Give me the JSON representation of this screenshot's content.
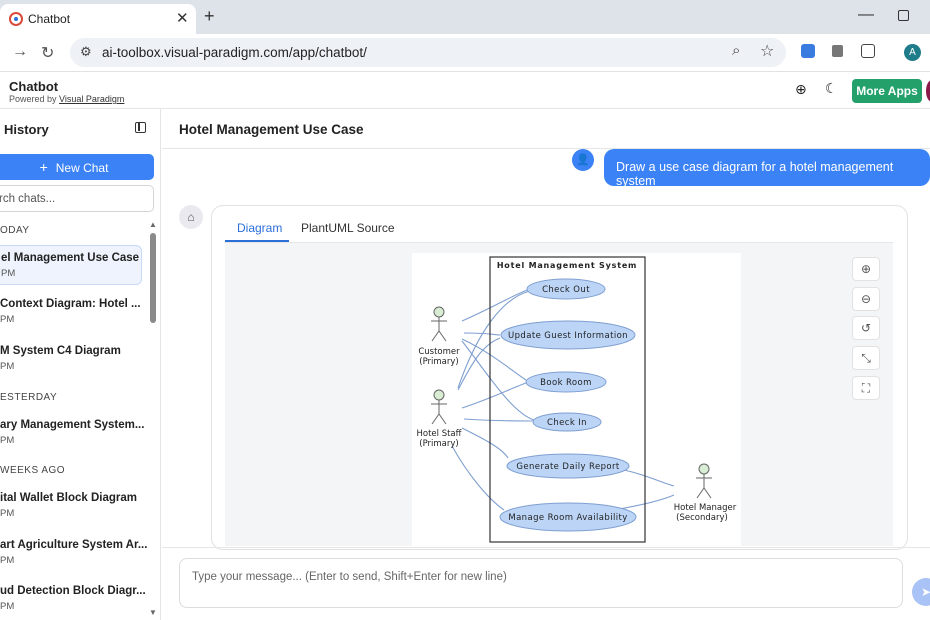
{
  "browser": {
    "tab_title": "Chatbot",
    "tab_close": "✕",
    "new_tab": "+",
    "url": "ai-toolbox.visual-paradigm.com/app/chatbot/",
    "profile_initial": "A",
    "minimize": "—"
  },
  "header": {
    "app_name": "Chatbot",
    "powered_prefix": "Powered by ",
    "powered_link": "Visual Paradigm",
    "more_apps": "More Apps"
  },
  "sidebar": {
    "title": "History",
    "new_chat": "New Chat",
    "search_placeholder": "rch chats...",
    "groups": [
      {
        "label": "ODAY"
      },
      {
        "label": "ESTERDAY"
      },
      {
        "label": "WEEKS AGO"
      }
    ],
    "chats": [
      {
        "title": "el Management Use Case",
        "meta": "PM"
      },
      {
        "title": "Context Diagram: Hotel ...",
        "meta": "PM"
      },
      {
        "title": "M System C4 Diagram",
        "meta": "PM"
      },
      {
        "title": "ary Management System...",
        "meta": "PM"
      },
      {
        "title": "ital Wallet Block Diagram",
        "meta": "PM"
      },
      {
        "title": "art Agriculture System Ar...",
        "meta": "PM"
      },
      {
        "title": "ud Detection Block Diagr...",
        "meta": "PM"
      }
    ]
  },
  "main": {
    "title": "Hotel Management Use Case",
    "user_message": "Draw a use case diagram for a hotel management system",
    "tabs": [
      "Diagram",
      "PlantUML Source"
    ],
    "input_placeholder": "Type your message... (Enter to send, Shift+Enter for new line)"
  },
  "diagram": {
    "system_name": "Hotel Management System",
    "use_cases": [
      "Check Out",
      "Update Guest Information",
      "Book Room",
      "Check In",
      "Generate Daily Report",
      "Manage Room Availability"
    ],
    "actors": [
      {
        "name": "Customer",
        "role": "(Primary)"
      },
      {
        "name": "Hotel Staff",
        "role": "(Primary)"
      },
      {
        "name": "Hotel Manager",
        "role": "(Secondary)"
      }
    ]
  },
  "icons": {
    "tools": [
      "zoom-in-icon",
      "zoom-out-icon",
      "reset-icon",
      "shrink-icon",
      "fullscreen-icon"
    ]
  },
  "colors": {
    "accent": "#3b82f6",
    "more_apps": "#24a06b",
    "use_case_fill": "#bcd5f7",
    "actor_head": "#d9ecd4"
  }
}
